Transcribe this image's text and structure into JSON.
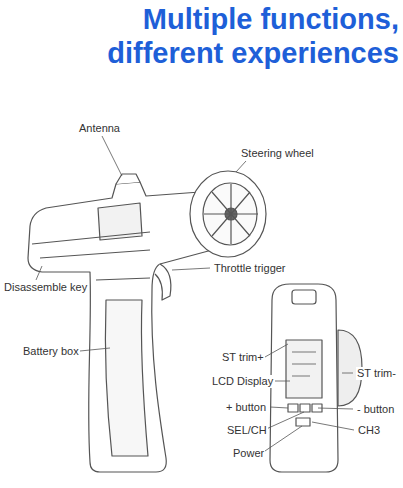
{
  "diagram": {
    "title": "Multiple functions, different experiences",
    "labels": [
      "Antenna",
      "Steering wheel",
      "Throttle trigger",
      "Disassemble key",
      "Battery box",
      "ST trim+",
      "LCD Display",
      "+ button",
      "SEL/CH",
      "Power",
      "ST trim-",
      "- button",
      "CH3"
    ]
  }
}
